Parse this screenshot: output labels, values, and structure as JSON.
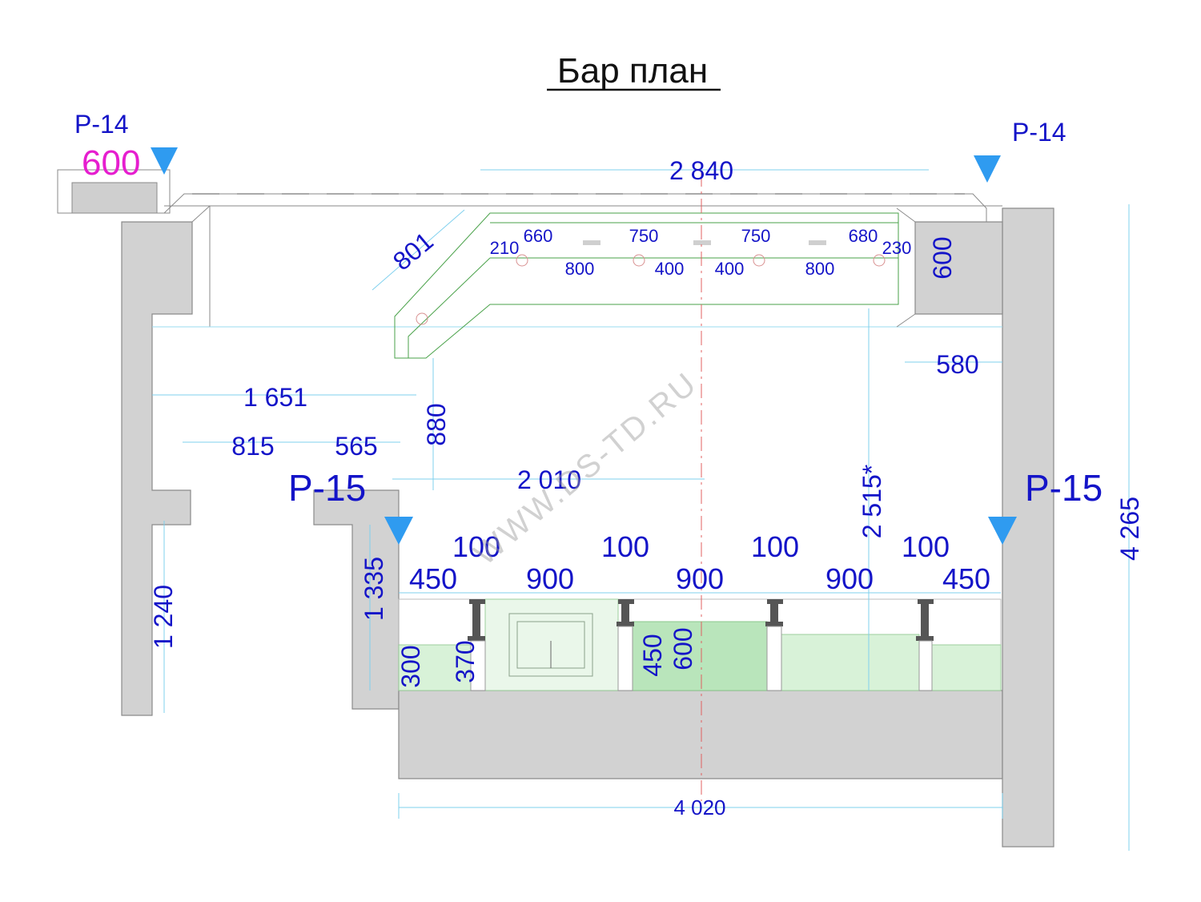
{
  "title": "Бар план",
  "watermark": "WWW.DS-TD.RU",
  "section_marks": {
    "p14_left": "Р-14",
    "p14_right": "Р-14",
    "p15_left": "Р-15",
    "p15_right": "Р-15"
  },
  "colors": {
    "dimension_text": "#1414c8",
    "marker": "#2f9bf0",
    "highlight_text": "#e61ecf",
    "wall_fill": "#d2d2d2",
    "counter_fill": "#d8f2d8",
    "dimension_line": "#7fd0ee"
  },
  "dimensions": {
    "top_600_magenta": "600",
    "top_width": "2 840",
    "diag_801": "801",
    "seg_210": "210",
    "seg_660": "660",
    "seg_750a": "750",
    "seg_750b": "750",
    "seg_680": "680",
    "seg_230": "230",
    "seg_800a": "800",
    "seg_400a": "400",
    "seg_400b": "400",
    "seg_800b": "800",
    "right_600": "600",
    "right_580": "580",
    "left_1651": "1 651",
    "left_815": "815",
    "left_565": "565",
    "vert_880": "880",
    "mid_2010": "2 010",
    "vert_2515": "2 515*",
    "total_4265": "4 265",
    "gap_100a": "100",
    "gap_100b": "100",
    "gap_100c": "100",
    "gap_100d": "100",
    "bay_450a": "450",
    "bay_900a": "900",
    "bay_900b": "900",
    "bay_900c": "900",
    "bay_450b": "450",
    "vert_1335": "1 335",
    "vert_1240": "1 240",
    "h_300": "300",
    "h_370": "370",
    "h_450": "450",
    "h_600": "600",
    "bottom_4020": "4 020"
  }
}
